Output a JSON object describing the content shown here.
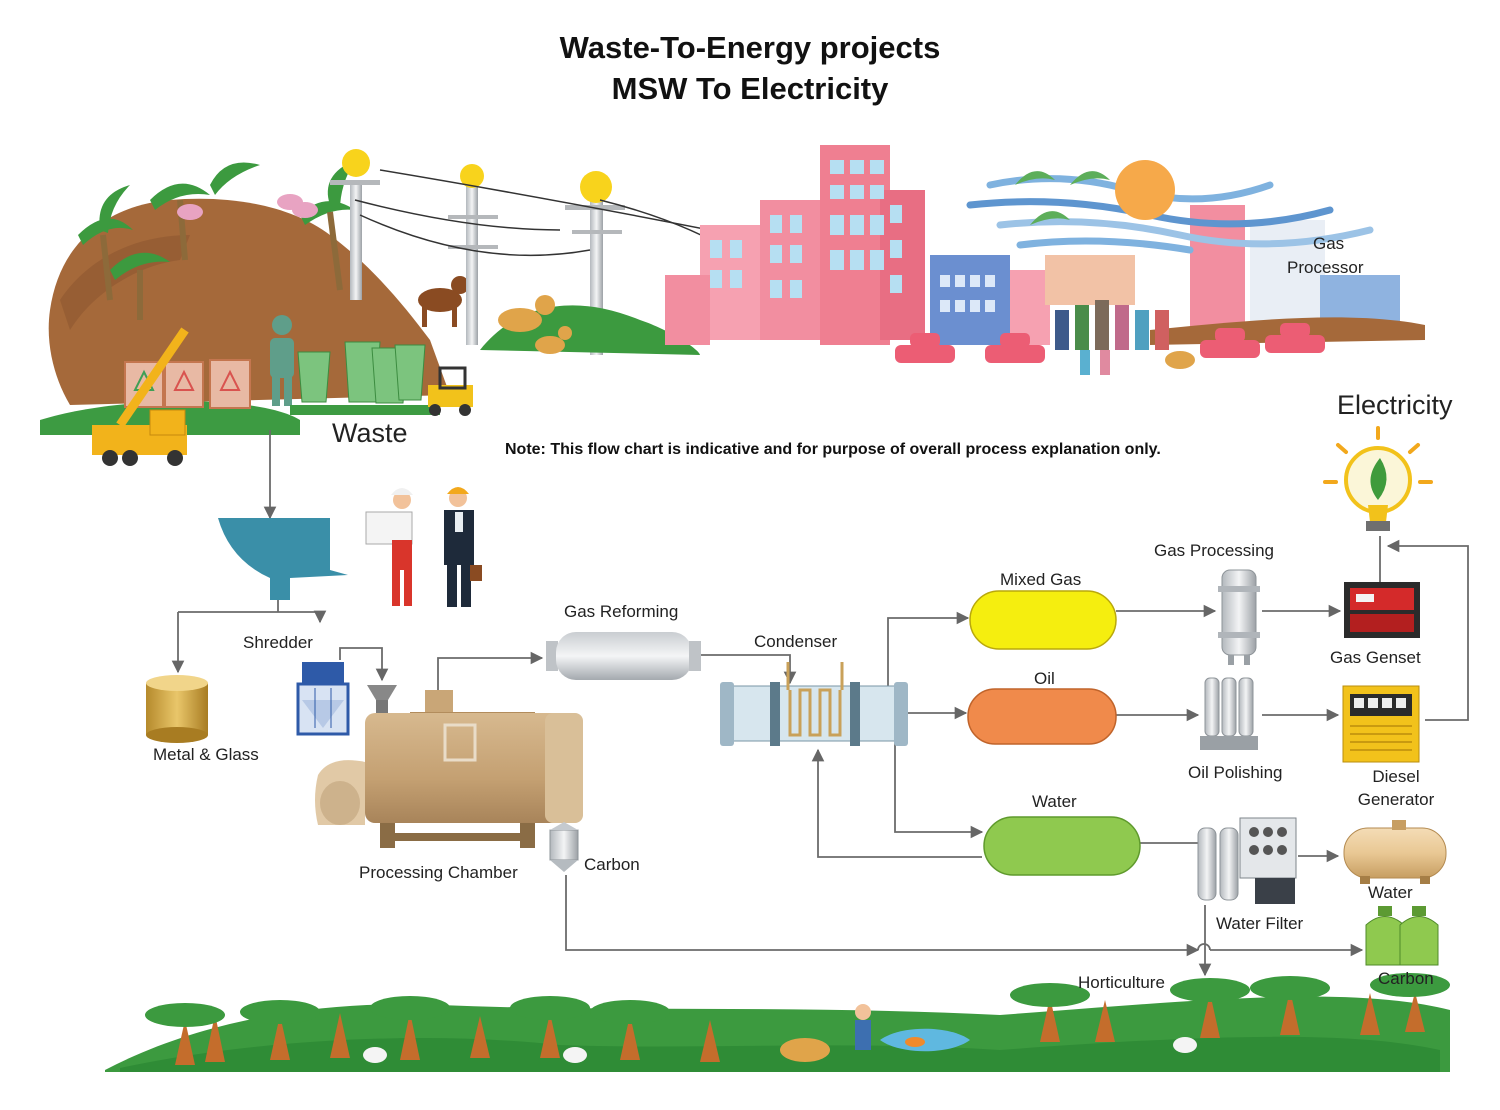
{
  "title": {
    "line1": "Waste-To-Energy projects",
    "line2": "MSW To Electricity"
  },
  "note": "Note: This flow chart is indicative and for purpose of overall process explanation only.",
  "labels": {
    "waste": "Waste",
    "electricity": "Electricity",
    "gas_processor_1": "Gas",
    "gas_processor_2": "Processor",
    "shredder": "Shredder",
    "metal_glass": "Metal & Glass",
    "processing_chamber": "Processing Chamber",
    "carbon_silo": "Carbon",
    "gas_reforming": "Gas Reforming",
    "condenser": "Condenser",
    "mixed_gas": "Mixed Gas",
    "oil": "Oil",
    "water_stream": "Water",
    "gas_processing": "Gas Processing",
    "oil_polishing": "Oil Polishing",
    "water_filter": "Water Filter",
    "gas_genset": "Gas Genset",
    "diesel_generator_1": "Diesel",
    "diesel_generator_2": "Generator",
    "water_tank": "Water",
    "carbon_bags": "Carbon",
    "horticulture": "Horticulture"
  },
  "colors": {
    "mixed_gas": "#f5ee0f",
    "oil": "#f08a4b",
    "water": "#8fc94f",
    "arrow": "#6b6b6b",
    "hopper": "#3a8fa8",
    "hill": "#a66b3b",
    "grass": "#3b9a3f"
  }
}
